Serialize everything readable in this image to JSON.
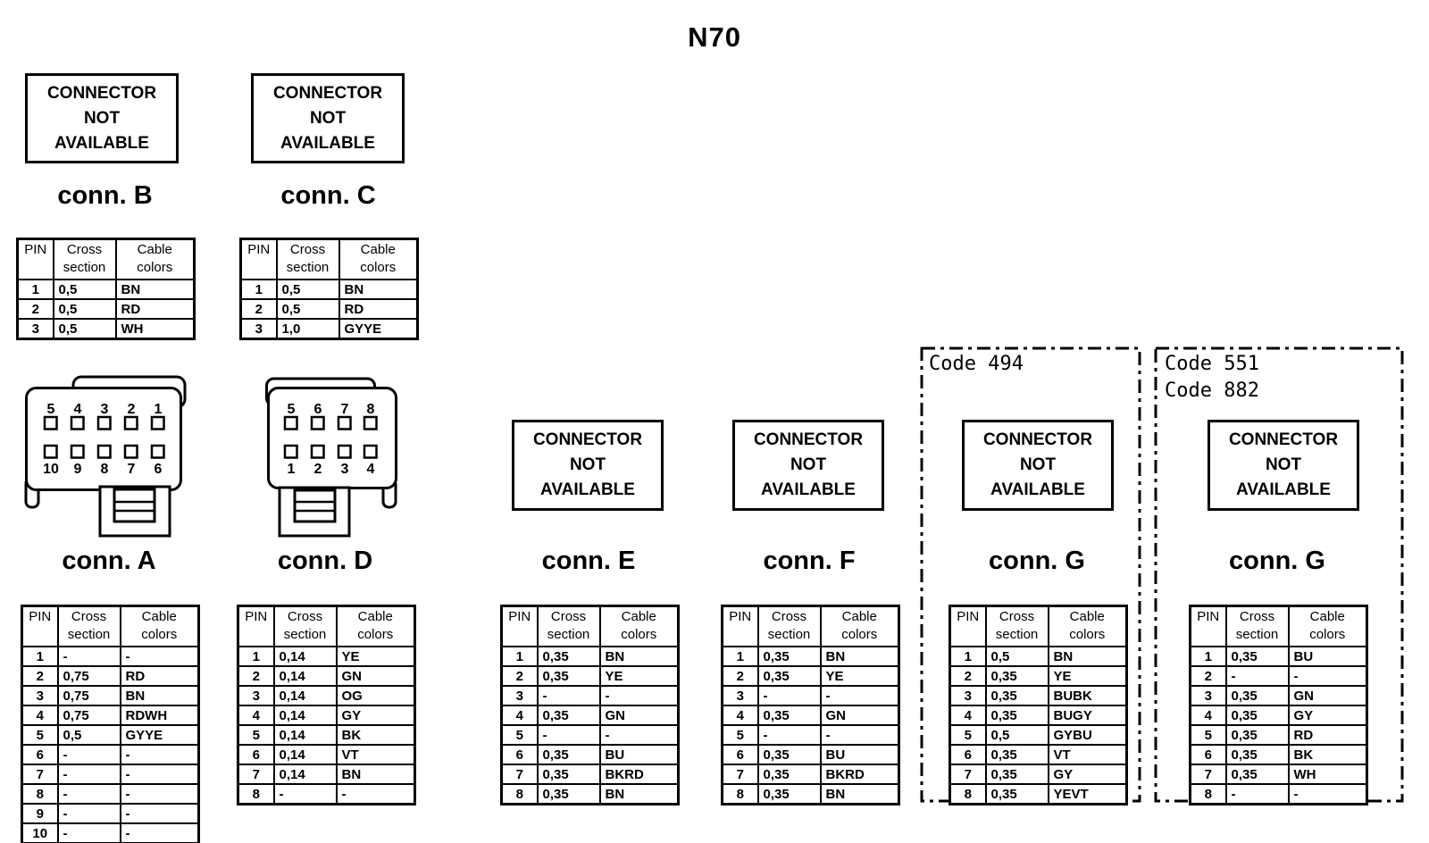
{
  "title": "N70",
  "na_lines": [
    "CONNECTOR",
    "NOT",
    "AVAILABLE"
  ],
  "headers": {
    "pin": "PIN",
    "cross1": "Cross",
    "cross2": "section",
    "cable1": "Cable",
    "cable2": "colors"
  },
  "colors": {
    "ink": "#000000",
    "paper": "#ffffff"
  },
  "connectors": [
    {
      "id": "B",
      "label": "conn. B",
      "rows": [
        [
          "1",
          "0,5",
          "BN"
        ],
        [
          "2",
          "0,5",
          "RD"
        ],
        [
          "3",
          "0,5",
          "WH"
        ]
      ]
    },
    {
      "id": "C",
      "label": "conn. C",
      "rows": [
        [
          "1",
          "0,5",
          "BN"
        ],
        [
          "2",
          "0,5",
          "RD"
        ],
        [
          "3",
          "1,0",
          "GYYE"
        ]
      ]
    },
    {
      "id": "A",
      "label": "conn. A",
      "rows": [
        [
          "1",
          "-",
          "-"
        ],
        [
          "2",
          "0,75",
          "RD"
        ],
        [
          "3",
          "0,75",
          "BN"
        ],
        [
          "4",
          "0,75",
          "RDWH"
        ],
        [
          "5",
          "0,5",
          "GYYE"
        ],
        [
          "6",
          "-",
          "-"
        ],
        [
          "7",
          "-",
          "-"
        ],
        [
          "8",
          "-",
          "-"
        ],
        [
          "9",
          "-",
          "-"
        ],
        [
          "10",
          "-",
          "-"
        ]
      ]
    },
    {
      "id": "D",
      "label": "conn. D",
      "rows": [
        [
          "1",
          "0,14",
          "YE"
        ],
        [
          "2",
          "0,14",
          "GN"
        ],
        [
          "3",
          "0,14",
          "OG"
        ],
        [
          "4",
          "0,14",
          "GY"
        ],
        [
          "5",
          "0,14",
          "BK"
        ],
        [
          "6",
          "0,14",
          "VT"
        ],
        [
          "7",
          "0,14",
          "BN"
        ],
        [
          "8",
          "-",
          "-"
        ]
      ]
    },
    {
      "id": "E",
      "label": "conn. E",
      "rows": [
        [
          "1",
          "0,35",
          "BN"
        ],
        [
          "2",
          "0,35",
          "YE"
        ],
        [
          "3",
          "-",
          "-"
        ],
        [
          "4",
          "0,35",
          "GN"
        ],
        [
          "5",
          "-",
          "-"
        ],
        [
          "6",
          "0,35",
          "BU"
        ],
        [
          "7",
          "0,35",
          "BKRD"
        ],
        [
          "8",
          "0,35",
          "BN"
        ]
      ]
    },
    {
      "id": "F",
      "label": "conn. F",
      "rows": [
        [
          "1",
          "0,35",
          "BN"
        ],
        [
          "2",
          "0,35",
          "YE"
        ],
        [
          "3",
          "-",
          "-"
        ],
        [
          "4",
          "0,35",
          "GN"
        ],
        [
          "5",
          "-",
          "-"
        ],
        [
          "6",
          "0,35",
          "BU"
        ],
        [
          "7",
          "0,35",
          "BKRD"
        ],
        [
          "8",
          "0,35",
          "BN"
        ]
      ]
    },
    {
      "id": "G1",
      "label": "conn. G",
      "codes": [
        "Code 494"
      ],
      "rows": [
        [
          "1",
          "0,5",
          "BN"
        ],
        [
          "2",
          "0,35",
          "YE"
        ],
        [
          "3",
          "0,35",
          "BUBK"
        ],
        [
          "4",
          "0,35",
          "BUGY"
        ],
        [
          "5",
          "0,5",
          "GYBU"
        ],
        [
          "6",
          "0,35",
          "VT"
        ],
        [
          "7",
          "0,35",
          "GY"
        ],
        [
          "8",
          "0,35",
          "YEVT"
        ]
      ]
    },
    {
      "id": "G2",
      "label": "conn. G",
      "codes": [
        "Code 551",
        "Code 882"
      ],
      "rows": [
        [
          "1",
          "0,35",
          "BU"
        ],
        [
          "2",
          "-",
          "-"
        ],
        [
          "3",
          "0,35",
          "GN"
        ],
        [
          "4",
          "0,35",
          "GY"
        ],
        [
          "5",
          "0,35",
          "RD"
        ],
        [
          "6",
          "0,35",
          "BK"
        ],
        [
          "7",
          "0,35",
          "WH"
        ],
        [
          "8",
          "-",
          "-"
        ]
      ]
    }
  ],
  "drawings": {
    "A": {
      "top_pins": [
        "5",
        "4",
        "3",
        "2",
        "1"
      ],
      "bottom_pins": [
        "10",
        "9",
        "8",
        "7",
        "6"
      ]
    },
    "D": {
      "top_pins": [
        "5",
        "6",
        "7",
        "8"
      ],
      "bottom_pins": [
        "1",
        "2",
        "3",
        "4"
      ]
    }
  }
}
